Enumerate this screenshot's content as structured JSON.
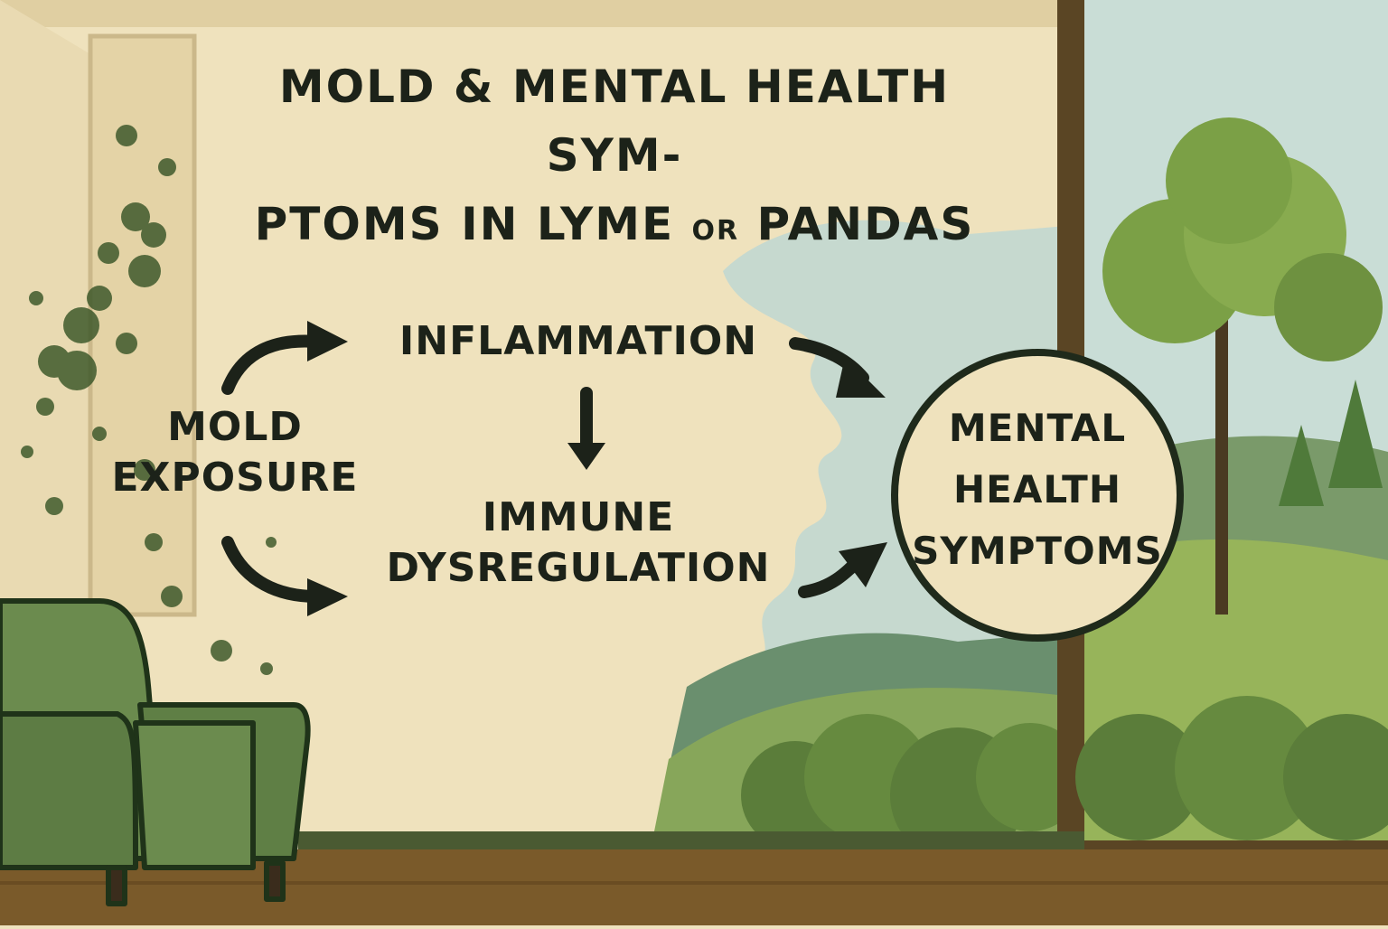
{
  "title": {
    "line1": "MOLD & MENTAL HEALTH SYM-",
    "line2_a": "PTOMS IN LYME ",
    "line2_or": "OR",
    "line2_b": " PANDAS"
  },
  "nodes": {
    "mold_exposure": {
      "line1": "MOLD",
      "line2": "EXPOSURE"
    },
    "inflammation": "INFLAMMATION",
    "immune": {
      "line1": "IMMUNE",
      "line2": "DYSREGULATION"
    },
    "mental_health": {
      "line1": "MENTAL",
      "line2": "HEALTH",
      "line3": "SYMPTOMS"
    }
  },
  "edges": [
    {
      "from": "mold_exposure",
      "to": "inflammation"
    },
    {
      "from": "mold_exposure",
      "to": "immune"
    },
    {
      "from": "inflammation",
      "to": "immune"
    },
    {
      "from": "inflammation",
      "to": "mental_health"
    },
    {
      "from": "immune",
      "to": "mental_health"
    }
  ],
  "colors": {
    "wall": "#efe2bd",
    "text": "#1c2219",
    "mold": "#3f5a2c",
    "chair": "#6b8b4e",
    "floor": "#7a5a2a",
    "sky": "#c6d9cf",
    "tree": "#6e9140",
    "frame": "#5a4524"
  }
}
